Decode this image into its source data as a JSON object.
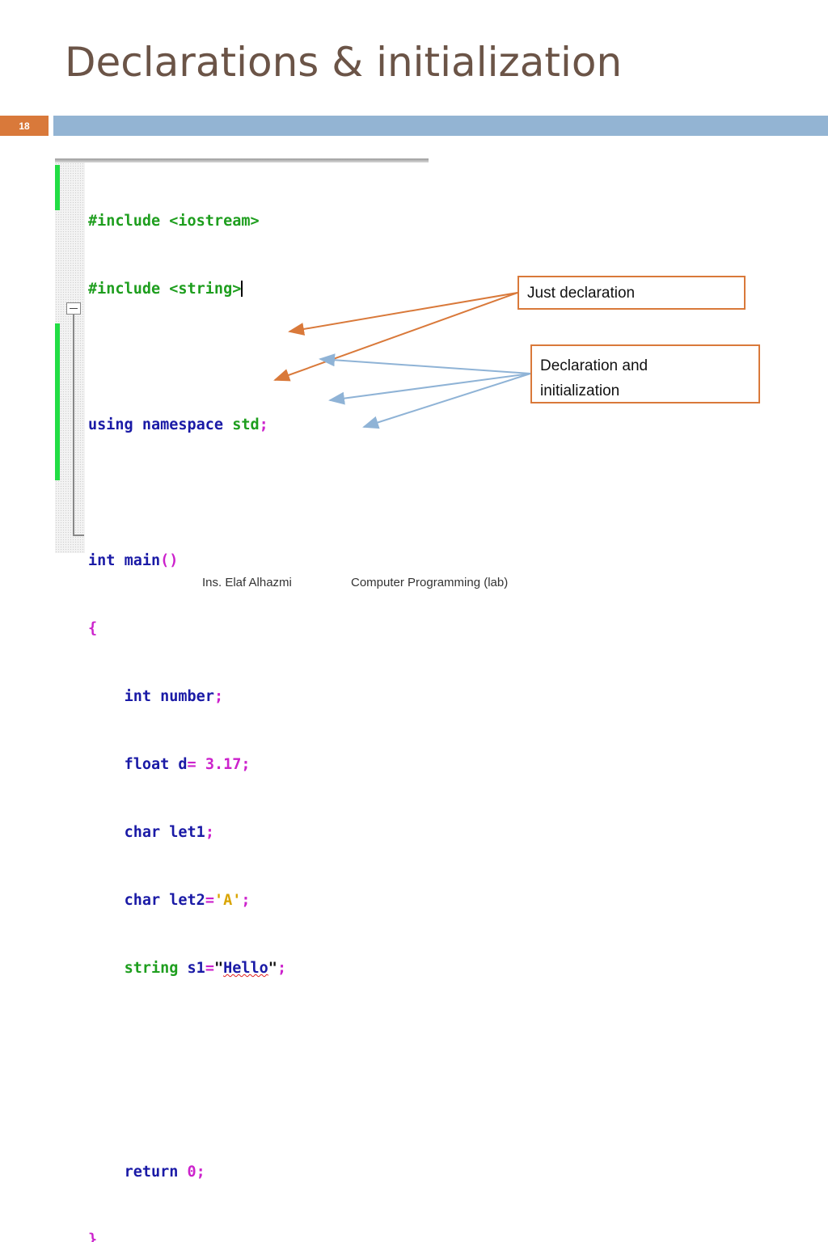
{
  "slide": {
    "title": "Declarations & initialization",
    "number": "18"
  },
  "code_lines": [
    "#include <iostream>",
    "#include <string>",
    "",
    "using namespace std;",
    "",
    "int main()",
    "{",
    "    int number;",
    "    float d= 3.17;",
    "    char let1;",
    "    char let2='A';",
    "    string s1=\"Hello\";",
    "",
    "",
    "    return 0;",
    "}"
  ],
  "callouts": {
    "just_declaration": "Just declaration",
    "declaration_and_init_line1": "Declaration and",
    "declaration_and_init_line2": "initialization"
  },
  "footer": {
    "author": "Ins. Elaf Alhazmi",
    "course": "Computer Programming (lab)"
  },
  "colors": {
    "accent_orange": "#d9793a",
    "header_blue": "#93b4d3",
    "title_brown": "#6b5447",
    "arrow_orange": "#d9793a",
    "arrow_blue": "#8fb3d6"
  }
}
